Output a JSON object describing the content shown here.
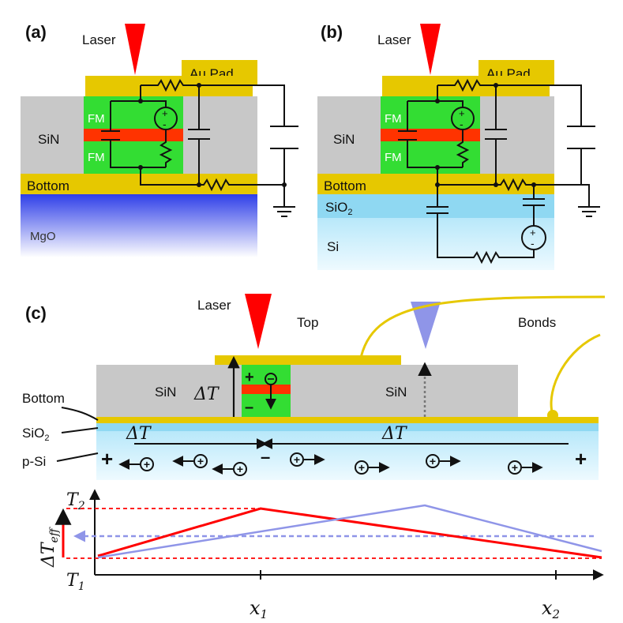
{
  "colors": {
    "sin": "#c8c8c8",
    "gold": "#e6c800",
    "fm": "#33dd33",
    "barrier": "#ff3300",
    "laser": "#ff0000",
    "probe": "#8f95e8",
    "mgo_top": "#2f3fe8",
    "mgo_bottom": "#ffffff",
    "oxide": "#8fd8f2",
    "si": "#d8f2fc"
  },
  "panel_a": {
    "label": "(a)",
    "laser": "Laser",
    "au_pad": "Au Pad",
    "sin": "SiN",
    "fm_top": "FM",
    "fm_bottom": "FM",
    "bottom": "Bottom",
    "substrate": "MgO"
  },
  "panel_b": {
    "label": "(b)",
    "laser": "Laser",
    "au_pad": "Au Pad",
    "sin": "SiN",
    "fm_top": "FM",
    "fm_bottom": "FM",
    "bottom": "Bottom",
    "oxide": "SiO",
    "oxide_sub": "2",
    "si": "Si"
  },
  "panel_c": {
    "label": "(c)",
    "laser": "Laser",
    "top": "Top",
    "bonds": "Bonds",
    "sin_left": "SiN",
    "sin_right": "SiN",
    "delta_t_vertical": "ΔT",
    "bottom": "Bottom",
    "oxide": "SiO",
    "oxide_sub": "2",
    "psi": "p-Si",
    "delta_t_left": "ΔT",
    "delta_t_right": "ΔT",
    "plus_left": "+",
    "minus_mid": "–",
    "plus_right": "+",
    "junction_plus": "+",
    "junction_minus": "–",
    "hole_symbol": "+"
  },
  "plot": {
    "y_top": "T",
    "y_top_sub": "2",
    "y_bottom": "T",
    "y_bottom_sub": "1",
    "delta_label": "ΔT",
    "delta_sub": "eff",
    "x1": "x",
    "x1_sub": "1",
    "x2": "x",
    "x2_sub": "2"
  }
}
